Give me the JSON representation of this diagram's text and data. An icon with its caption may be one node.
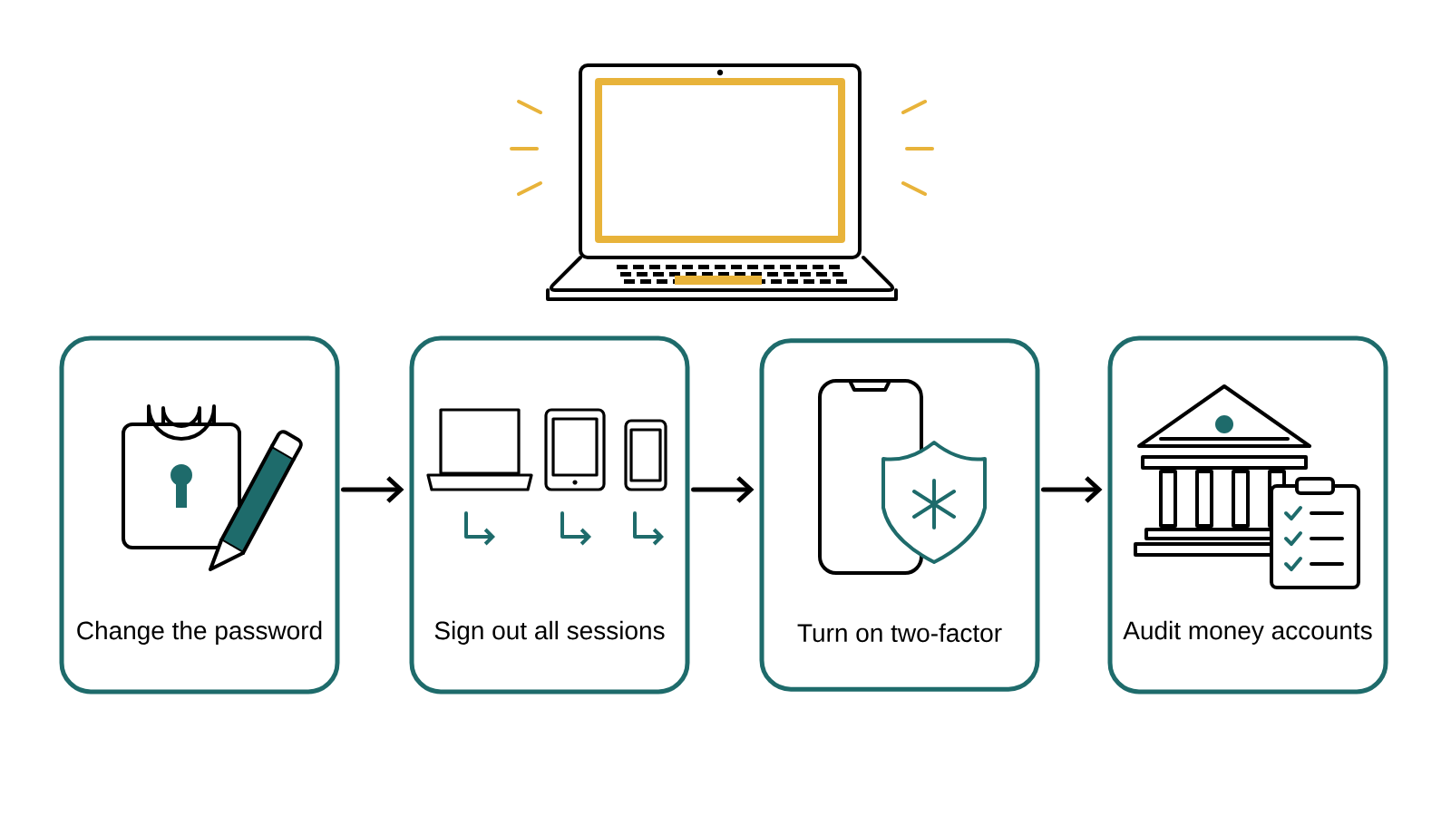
{
  "diagram": {
    "nodes": [
      {
        "text": [
          "Change the password"
        ]
      },
      {
        "text": [
          "Sign out all sessions"
        ]
      },
      {
        "text": [
          "Turn on two-factor"
        ]
      },
      {
        "text": [
          "Audit money accounts"
        ]
      }
    ],
    "edges": [
      {
        "from": 0,
        "to": 1,
        "arrow": "to"
      },
      {
        "from": 1,
        "to": 2,
        "arrow": "to"
      },
      {
        "from": 2,
        "to": 3,
        "arrow": "to"
      }
    ]
  }
}
